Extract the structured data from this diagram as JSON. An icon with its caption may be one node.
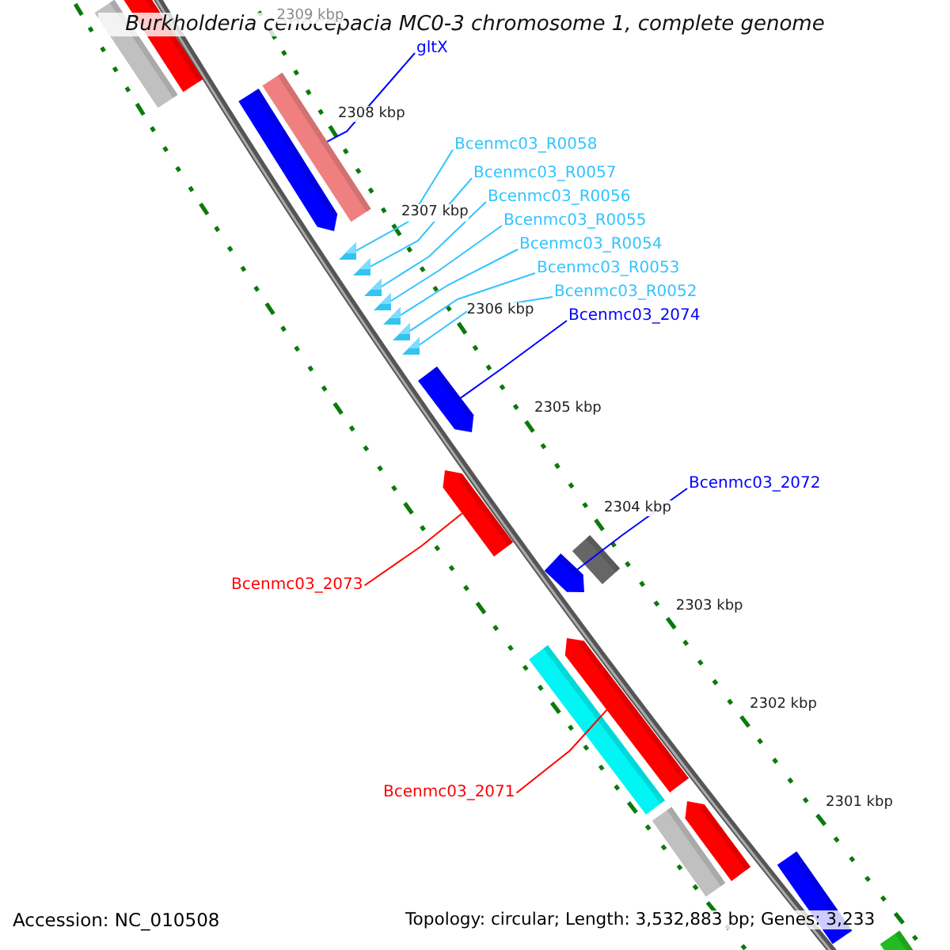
{
  "diagram": {
    "title": "Burkholderia cenocepacia MC0-3 chromosome 1, complete genome",
    "nodes": [
      {
        "text": [
          "gltX"
        ]
      },
      {
        "text": [
          "Bcenmc03_R0058"
        ]
      },
      {
        "text": [
          "Bcenmc03_R0057"
        ]
      },
      {
        "text": [
          "Bcenmc03_R0056"
        ]
      },
      {
        "text": [
          "Bcenmc03_R0055"
        ]
      },
      {
        "text": [
          "Bcenmc03_R0054"
        ]
      },
      {
        "text": [
          "Bcenmc03_R0053"
        ]
      },
      {
        "text": [
          "Bcenmc03_R0052"
        ]
      },
      {
        "text": [
          "Bcenmc03_2074"
        ]
      },
      {
        "text": [
          "Bcenmc03_2072"
        ]
      },
      {
        "text": [
          "Bcenmc03_2073"
        ]
      },
      {
        "text": [
          "Bcenmc03_2071"
        ]
      },
      {
        "text": [],
        "shape": "bar"
      },
      {
        "text": [],
        "shape": "bar"
      },
      {
        "text": [],
        "shape": "bar"
      },
      {
        "text": [],
        "shape": "bar"
      },
      {
        "text": [],
        "shape": "triangle"
      },
      {
        "text": [],
        "shape": "triangle"
      },
      {
        "text": [],
        "shape": "triangle"
      },
      {
        "text": [],
        "shape": "triangle"
      },
      {
        "text": [],
        "shape": "triangle"
      },
      {
        "text": [],
        "shape": "triangle"
      },
      {
        "text": [],
        "shape": "triangle"
      },
      {
        "text": [],
        "shape": "bar"
      },
      {
        "text": [],
        "shape": "bar"
      },
      {
        "text": [],
        "shape": "bar"
      },
      {
        "text": [],
        "shape": "bar"
      },
      {
        "text": [],
        "shape": "bar"
      },
      {
        "text": [],
        "shape": "bar"
      },
      {
        "text": [],
        "shape": "bar"
      },
      {
        "text": [],
        "shape": "bar"
      },
      {
        "text": [],
        "shape": "bar"
      },
      {
        "text": [],
        "shape": "bar"
      }
    ],
    "edges": [
      {
        "from": 0,
        "to": 15,
        "arrow": "none",
        "color": "#0000ff"
      },
      {
        "from": 1,
        "to": 16,
        "arrow": "none"
      },
      {
        "from": 2,
        "to": 17,
        "arrow": "none"
      },
      {
        "from": 3,
        "to": 18,
        "arrow": "none"
      },
      {
        "from": 4,
        "to": 19,
        "arrow": "none"
      },
      {
        "from": 5,
        "to": 20,
        "arrow": "none"
      },
      {
        "from": 6,
        "to": 21,
        "arrow": "none"
      },
      {
        "from": 7,
        "to": 22,
        "arrow": "none"
      },
      {
        "from": 8,
        "to": 23,
        "arrow": "none",
        "color": "#0000ff"
      },
      {
        "from": 9,
        "to": 25,
        "arrow": "none",
        "color": "#0000ff"
      },
      {
        "from": 10,
        "to": 24,
        "arrow": "none",
        "color": "#ff0000"
      },
      {
        "from": 11,
        "to": 28,
        "arrow": "none",
        "color": "#ff0000"
      }
    ],
    "labels": [
      "2309 kbp",
      "2308 kbp",
      "2307 kbp",
      "2306 kbp",
      "2305 kbp",
      "2304 kbp",
      "2303 kbp",
      "2302 kbp",
      "2301 kbp",
      "Accession: NC_010508",
      "Topology: circular; Length: 3,532,883 bp; Genes: 3,233"
    ]
  }
}
